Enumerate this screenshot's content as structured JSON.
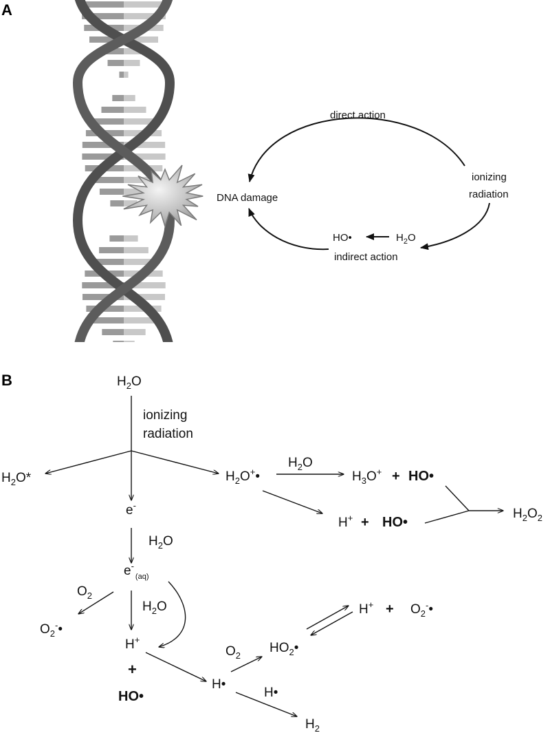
{
  "panel_a": {
    "label": "A",
    "direct_action": "direct action",
    "ionizing": "ionizing",
    "radiation": "radiation",
    "dna_damage": "DNA damage",
    "indirect_action": "indirect action",
    "ho_radical": "HO•",
    "water_h": "H",
    "water_2": "2",
    "water_o": "O"
  },
  "panel_b": {
    "label": "B",
    "h2o_top": {
      "main": "H",
      "sub": "2",
      "tail": "O"
    },
    "ionizing": "ionizing",
    "radiation": "radiation",
    "h2o_star": {
      "main": "H",
      "sub": "2",
      "tail": "O*"
    },
    "e_minus": {
      "main": "e",
      "sup": "-"
    },
    "h2o_cation": {
      "main": "H",
      "sub": "2",
      "mid": "O",
      "sup": "+",
      "tail": "•"
    },
    "h2o_over_arrow": {
      "main": "H",
      "sub": "2",
      "tail": "O"
    },
    "h3o": {
      "main": "H",
      "sub": "3",
      "mid": "O",
      "sup": "+"
    },
    "plus": "+",
    "ho_radical": "HO•",
    "h_plus": {
      "main": "H",
      "sup": "+"
    },
    "h2o2": {
      "main": "H",
      "sub": "2",
      "mid": "O",
      "sub2": "2"
    },
    "h2o_e_arrow": {
      "main": "H",
      "sub": "2",
      "tail": "O"
    },
    "e_aq": {
      "main": "e",
      "sup": "-",
      "sub": "(aq)"
    },
    "o2_label": {
      "main": "O",
      "sub": "2"
    },
    "h2o_mid": {
      "main": "H",
      "sub": "2",
      "tail": "O"
    },
    "o2_radical": {
      "main": "O",
      "sub": "2",
      "sup": "-",
      "tail": "•"
    },
    "h_plus_lower": {
      "main": "H",
      "sup": "+"
    },
    "plus_lower": "+",
    "ho_lower": "HO•",
    "h_radical": "H•",
    "o2_arrow": {
      "main": "O",
      "sub": "2"
    },
    "ho2_radical": {
      "main": "HO",
      "sub": "2",
      "tail": "•"
    },
    "h_plus_eq": {
      "main": "H",
      "sup": "+"
    },
    "plus_eq": "+",
    "o2_radical_eq": {
      "main": "O",
      "sub": "2",
      "sup": "-",
      "tail": "•"
    },
    "h_radical_arrow": "H•",
    "h2_product": {
      "main": "H",
      "sub": "2"
    }
  }
}
